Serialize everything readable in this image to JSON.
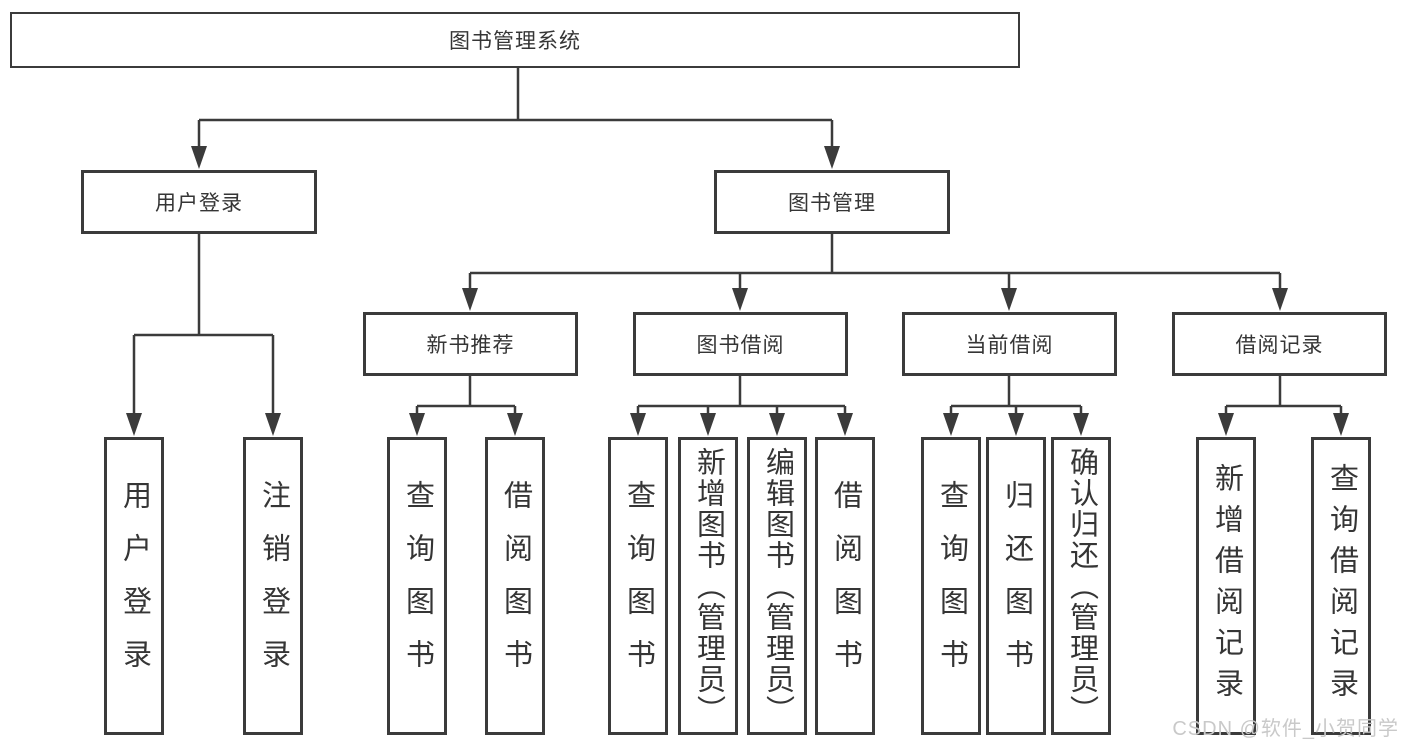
{
  "diagram": {
    "title": "图书管理系统",
    "level2": [
      {
        "label": "用户登录"
      },
      {
        "label": "图书管理"
      }
    ],
    "level3": [
      {
        "label": "新书推荐"
      },
      {
        "label": "图书借阅"
      },
      {
        "label": "当前借阅"
      },
      {
        "label": "借阅记录"
      }
    ],
    "leaves": {
      "user_login": [
        "用户登录",
        "注销登录"
      ],
      "new_book": [
        "查询图书",
        "借阅图书"
      ],
      "book_borrow": [
        "查询图书",
        "新增图书（管理员）",
        "编辑图书（管理员）",
        "借阅图书"
      ],
      "current_borrow": [
        "查询图书",
        "归还图书",
        "确认归还（管理员）"
      ],
      "borrow_record": [
        "新增借阅记录",
        "查询借阅记录"
      ]
    }
  },
  "watermark": "CSDN @软件_小贺同学",
  "colors": {
    "line": "#3b3b3b",
    "text": "#353535",
    "watermark": "#c9c9c9",
    "background": "#ffffff"
  }
}
